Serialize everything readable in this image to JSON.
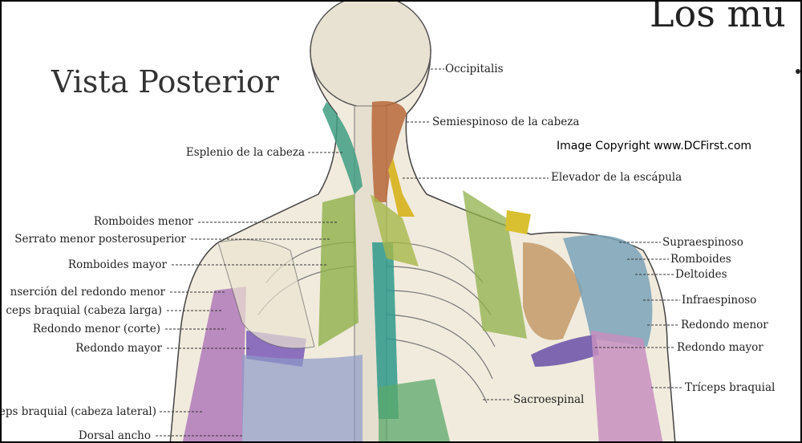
{
  "title_partial": "Los mu",
  "view_title": "Vista Posterior",
  "copyright": "Image Copyright www.DCFirst.com",
  "labels_left": [
    {
      "text": "Esplenio de la cabeza"
    },
    {
      "text": "Romboides menor"
    },
    {
      "text": "Serrato menor posterosuperior"
    },
    {
      "text": "Romboides mayor"
    },
    {
      "text": "nserción del redondo menor"
    },
    {
      "text": "ceps braquial (cabeza larga)"
    },
    {
      "text": "Redondo menor (corte)"
    },
    {
      "text": "Redondo mayor"
    },
    {
      "text": "ríceps braquial (cabeza lateral)"
    },
    {
      "text": "Dorsal ancho"
    }
  ],
  "labels_right": [
    {
      "text": "Occipitalis"
    },
    {
      "text": "Semiespinoso de la cabeza"
    },
    {
      "text": "Elevador de la escápula"
    },
    {
      "text": "Supraespinoso"
    },
    {
      "text": "Romboides"
    },
    {
      "text": "Deltoides"
    },
    {
      "text": "Infraespinoso"
    },
    {
      "text": "Redondo menor"
    },
    {
      "text": "Redondo mayor"
    },
    {
      "text": "Tríceps braquial"
    },
    {
      "text": "Sacroespinal"
    }
  ]
}
